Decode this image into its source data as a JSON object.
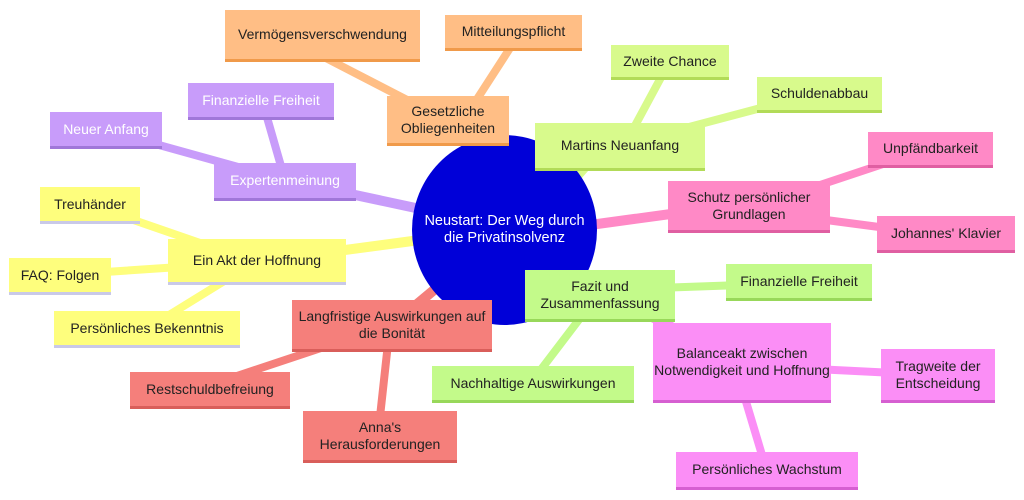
{
  "center": {
    "label": "Neustart: Der Weg durch die Privatinsolvenz",
    "color": "#0000d8"
  },
  "branches": [
    {
      "label": "Gesetzliche Obliegenheiten",
      "color": "#ffbe85",
      "children": [
        "Vermögensverschwendung",
        "Mitteilungspflicht"
      ]
    },
    {
      "label": "Martins Neuanfang",
      "color": "#d8fa8c",
      "children": [
        "Zweite Chance",
        "Schuldenabbau"
      ]
    },
    {
      "label": "Schutz persönlicher Grundlagen",
      "color": "#ff89c6",
      "children": [
        "Unpfändbarkeit",
        "Johannes' Klavier"
      ]
    },
    {
      "label": "Fazit und Zusammenfassung",
      "color": "#c3fa8a",
      "children": [
        "Finanzielle Freiheit",
        "Nachhaltige Auswirkungen"
      ]
    },
    {
      "label": "Balanceakt zwischen Notwendigkeit und Hoffnung",
      "color": "#fb8ef6",
      "children": [
        "Tragweite der Entscheidung",
        "Persönliches Wachstum"
      ]
    },
    {
      "label": "Langfristige Auswirkungen auf die Bonität",
      "color": "#f57f7b",
      "children": [
        "Restschuldbefreiung",
        "Anna's Herausforderungen"
      ]
    },
    {
      "label": "Ein Akt der Hoffnung",
      "color": "#fefe7d",
      "children": [
        "Treuhänder",
        "FAQ: Folgen",
        "Persönliches Bekenntnis"
      ]
    },
    {
      "label": "Expertenmeinung",
      "color": "#c89cfa",
      "children": [
        "Finanzielle Freiheit",
        "Neuer Anfang"
      ]
    }
  ]
}
